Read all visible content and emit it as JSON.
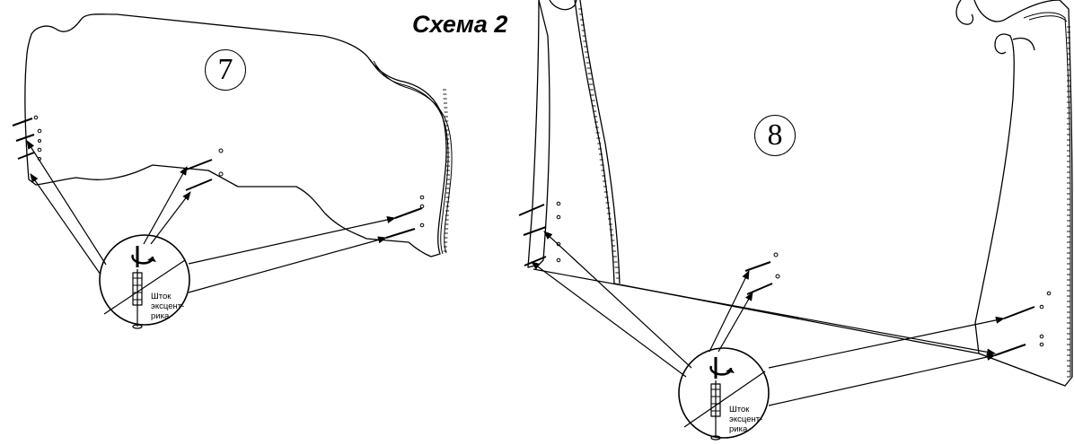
{
  "diagram": {
    "title": "Схема 2",
    "panel_numbers": [
      "7",
      "8"
    ],
    "callout_caption_lines": [
      "Шток",
      "эксцент-",
      "рика"
    ]
  }
}
